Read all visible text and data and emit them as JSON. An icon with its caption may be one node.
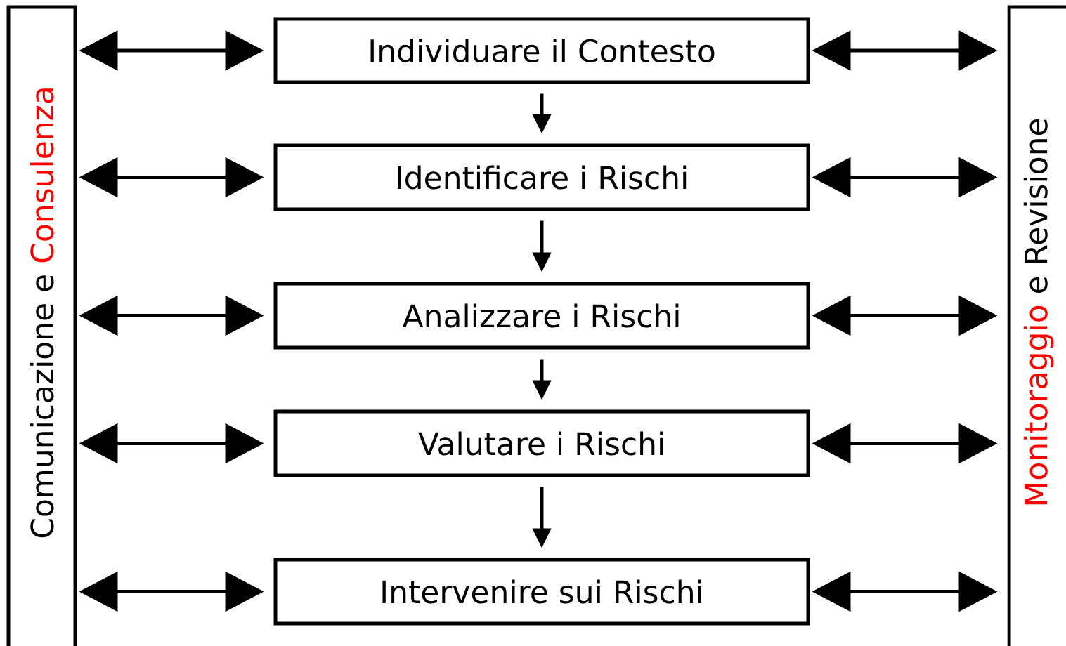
{
  "diagram": {
    "nodes": [
      {
        "text": [
          "Comunicazione e",
          "Consulenza"
        ]
      },
      {
        "text": [
          "Individuare il Contesto"
        ]
      },
      {
        "text": [
          "Identificare i Rischi"
        ]
      },
      {
        "text": [
          "Analizzare i Rischi"
        ]
      },
      {
        "text": [
          "Valutare i Rischi"
        ]
      },
      {
        "text": [
          "Intervenire sui Rischi"
        ]
      },
      {
        "text": [
          "Monitoraggio",
          "e Revisione"
        ]
      }
    ],
    "edges": [
      {
        "from": 1,
        "to": 2,
        "arrow": "to"
      },
      {
        "from": 2,
        "to": 3,
        "arrow": "to"
      },
      {
        "from": 3,
        "to": 4,
        "arrow": "to"
      },
      {
        "from": 4,
        "to": 5,
        "arrow": "to"
      },
      {
        "from": 0,
        "to": 1,
        "arrow": "both"
      },
      {
        "from": 0,
        "to": 2,
        "arrow": "both"
      },
      {
        "from": 0,
        "to": 3,
        "arrow": "both"
      },
      {
        "from": 0,
        "to": 4,
        "arrow": "both"
      },
      {
        "from": 0,
        "to": 5,
        "arrow": "both"
      },
      {
        "from": 1,
        "to": 6,
        "arrow": "both"
      },
      {
        "from": 2,
        "to": 6,
        "arrow": "both"
      },
      {
        "from": 3,
        "to": 6,
        "arrow": "both"
      },
      {
        "from": 4,
        "to": 6,
        "arrow": "both"
      },
      {
        "from": 5,
        "to": 6,
        "arrow": "both"
      }
    ]
  }
}
